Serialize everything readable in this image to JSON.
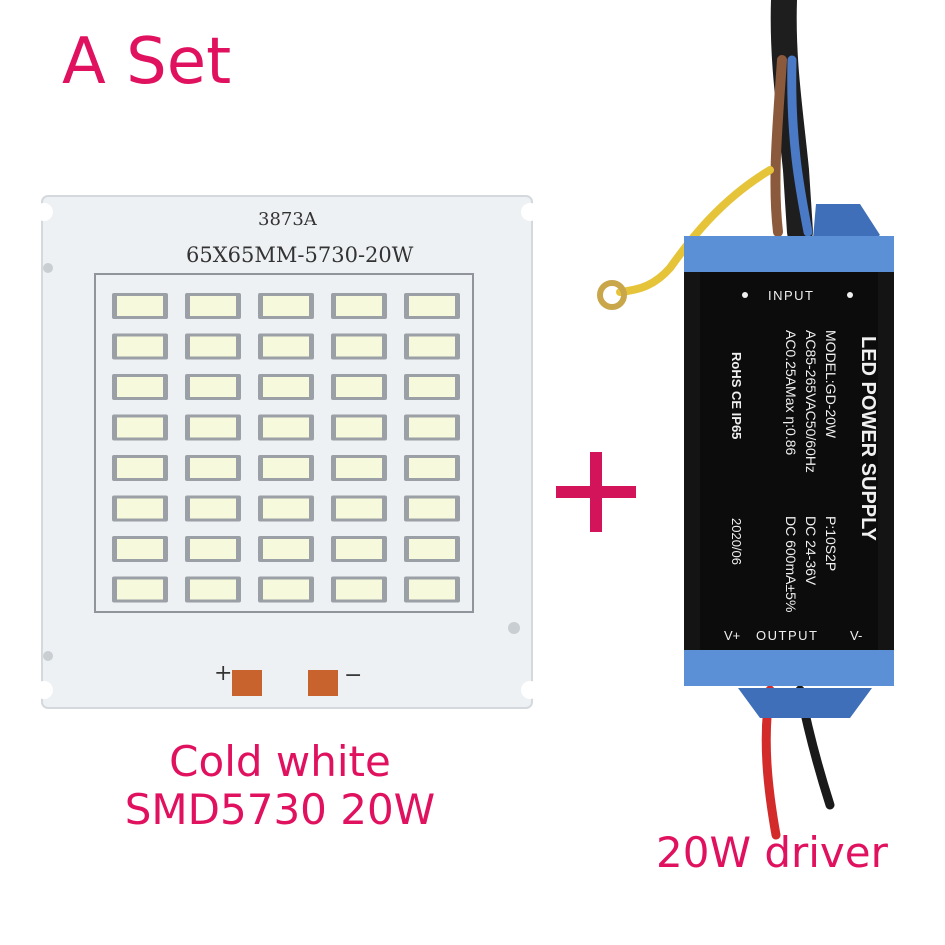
{
  "title": "A Set",
  "board": {
    "code": "3873A",
    "spec": "65X65MM-5730-20W",
    "plus_mark": "+",
    "minus_mark": "−",
    "led_rows": 8,
    "led_cols": 5
  },
  "driver": {
    "input_label": "INPUT",
    "output_label": "OUTPUT",
    "heading": "LED POWER SUPPLY",
    "model": "MODEL:GD-20W",
    "ac_input": "AC85-265VAC50/60Hz",
    "ac_current": "AC0.25AMax η:0.86",
    "config": "P:10S2P",
    "dc_voltage": "DC 24-36V",
    "dc_current": "DC 600mA±5%",
    "date": "2020/06",
    "certs": "RoHS CE IP65",
    "vplus": "V+",
    "vminus": "V-"
  },
  "plus_sign": "+",
  "caption_left_line1": "Cold white",
  "caption_left_line2": "SMD5730 20W",
  "caption_right": "20W driver",
  "colors": {
    "accent": "#e0115f",
    "board": "#eef1f3",
    "led": "#f6f9dc",
    "driver_body": "#141414",
    "driver_cap": "#5b8fd6"
  }
}
